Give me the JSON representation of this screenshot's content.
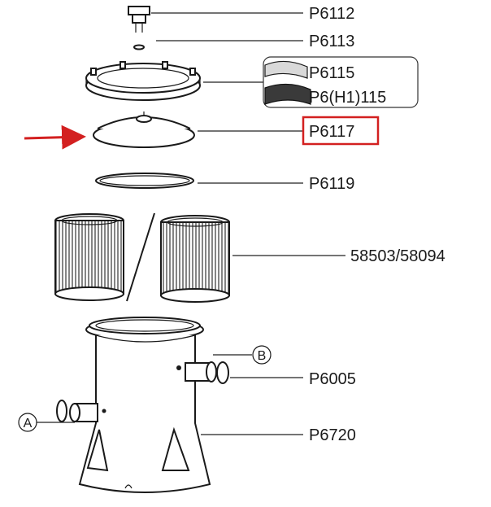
{
  "labels": {
    "cap_knob": "P6112",
    "o_ring_small": "P6113",
    "lock_ring": "P6115",
    "lock_ring_alt": "P6(H1)115",
    "top_lid": "P6117",
    "lid_seal": "P6119",
    "filter_cartridge": "58503/58094",
    "hose_seal": "P6005",
    "housing": "P6720"
  },
  "markers": {
    "a": "A",
    "b": "B"
  },
  "colors": {
    "highlight": "#d32020",
    "line": "#1a1a1a",
    "shade": "#d9d9d9"
  }
}
